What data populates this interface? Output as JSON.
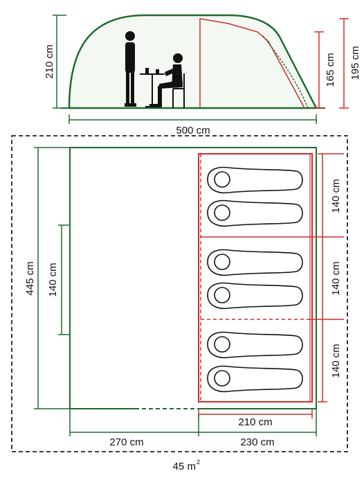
{
  "side_view": {
    "height_label": "210 cm",
    "length_label": "500 cm",
    "inner_room_height_label": "165 cm",
    "inner_room_outer_height_label": "195 cm"
  },
  "floor_plan": {
    "depth_label": "445 cm",
    "door_width_label": "140 cm",
    "bedroom_width_label": "210 cm",
    "living_length_label": "270 cm",
    "bedroom_length_label": "230 cm",
    "bedroom_compartments": [
      "140 cm",
      "140 cm",
      "140 cm"
    ],
    "sleeping_bags_count": 6
  },
  "area": {
    "value": "45 m",
    "superscript": "2"
  },
  "colors": {
    "tent_outline": "#1e6b2e",
    "bedroom_outline": "#d42a2a",
    "dimension_line": "#1e6b2e",
    "silhouette": "#111111"
  }
}
